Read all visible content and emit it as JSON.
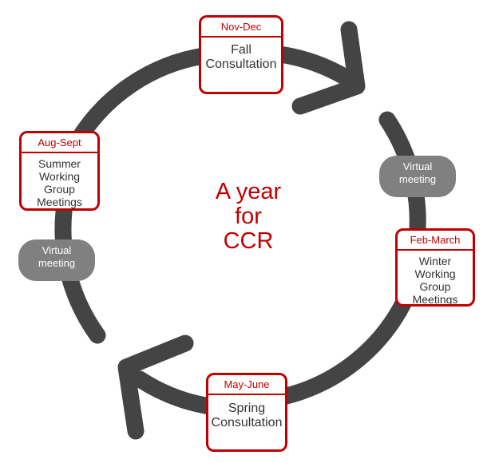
{
  "title_lines": [
    "A year",
    "for",
    "CCR"
  ],
  "stages": {
    "nov_dec": {
      "period": "Nov-Dec",
      "lines": [
        "Fall",
        "Consultation"
      ]
    },
    "feb_march": {
      "period": "Feb-March",
      "lines": [
        "Winter",
        "Working",
        "Group",
        "Meetings"
      ]
    },
    "may_june": {
      "period": "May-June",
      "lines": [
        "Spring",
        "Consultation"
      ]
    },
    "aug_sept": {
      "period": "Aug-Sept",
      "lines": [
        "Summer",
        "Working",
        "Group",
        "Meetings"
      ]
    }
  },
  "virtual": {
    "right": [
      "Virtual",
      "meeting"
    ],
    "left": [
      "Virtual",
      "meeting"
    ]
  },
  "colors": {
    "accent": "#c00000",
    "cycle": "#444444",
    "virtual_fill": "#808080",
    "body_text": "#333333"
  }
}
